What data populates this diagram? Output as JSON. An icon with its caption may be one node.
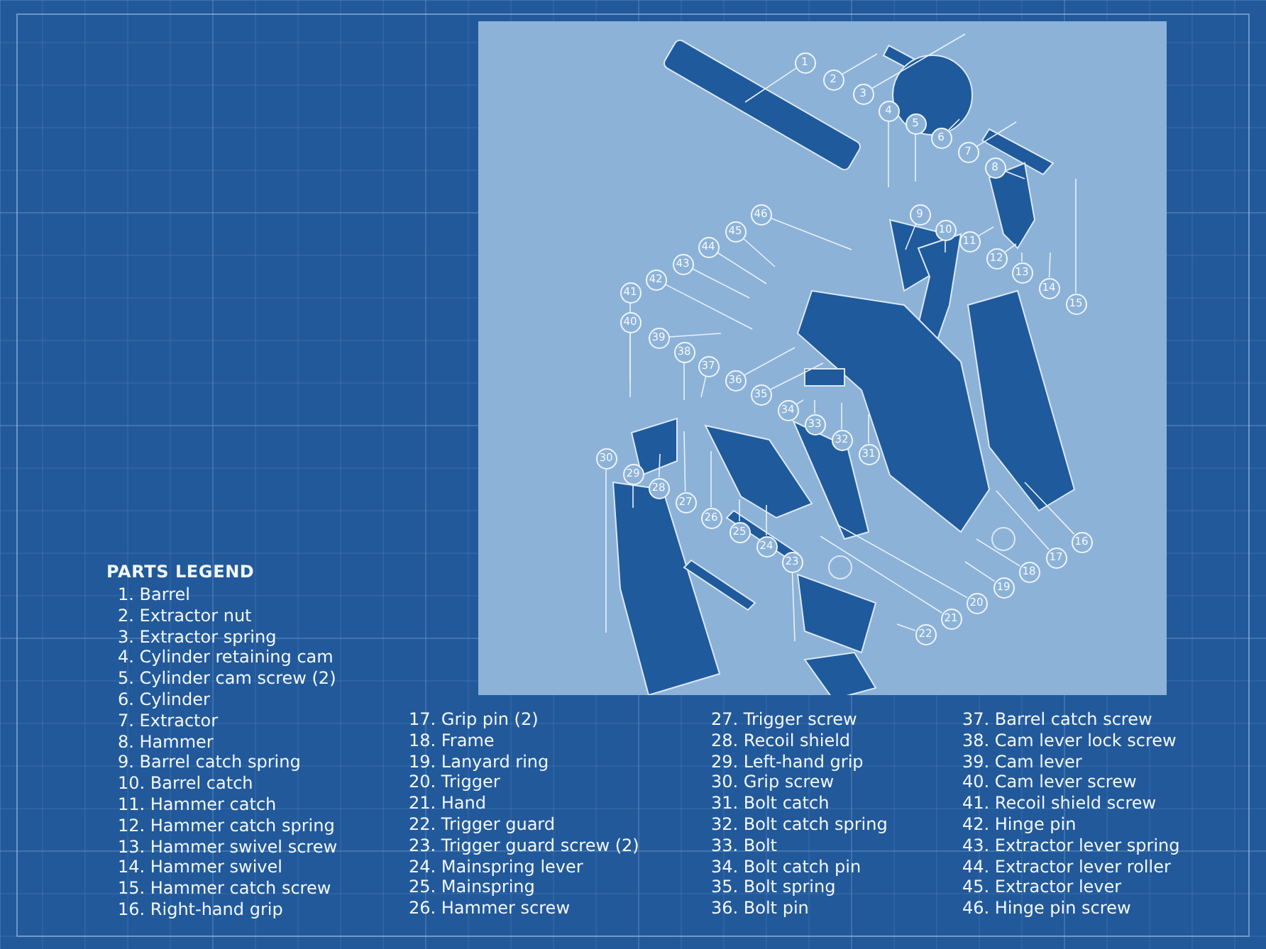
{
  "diagram": {
    "nodes": [
      {
        "text": [
          "1"
        ]
      },
      {
        "text": [
          "2"
        ]
      },
      {
        "text": [
          "3"
        ]
      },
      {
        "text": [
          "4"
        ]
      },
      {
        "text": [
          "5"
        ]
      },
      {
        "text": [
          "6"
        ]
      },
      {
        "text": [
          "7"
        ]
      },
      {
        "text": [
          "8"
        ]
      },
      {
        "text": [
          "9"
        ]
      },
      {
        "text": [
          "10"
        ]
      },
      {
        "text": [
          "11"
        ]
      },
      {
        "text": [
          "12"
        ]
      },
      {
        "text": [
          "13"
        ]
      },
      {
        "text": [
          "14"
        ]
      },
      {
        "text": [
          "15"
        ]
      },
      {
        "text": [
          "16"
        ]
      },
      {
        "text": [
          "17"
        ]
      },
      {
        "text": [
          "18"
        ]
      },
      {
        "text": [
          "19"
        ]
      },
      {
        "text": [
          "20"
        ]
      },
      {
        "text": [
          "21"
        ]
      },
      {
        "text": [
          "22"
        ]
      },
      {
        "text": [
          "23"
        ]
      },
      {
        "text": [
          "24"
        ]
      },
      {
        "text": [
          "25"
        ]
      },
      {
        "text": [
          "26"
        ]
      },
      {
        "text": [
          "27"
        ]
      },
      {
        "text": [
          "28"
        ]
      },
      {
        "text": [
          "29"
        ]
      },
      {
        "text": [
          "30"
        ]
      },
      {
        "text": [
          "31"
        ]
      },
      {
        "text": [
          "32"
        ]
      },
      {
        "text": [
          "33"
        ]
      },
      {
        "text": [
          "34"
        ]
      },
      {
        "text": [
          "35"
        ]
      },
      {
        "text": [
          "36"
        ]
      },
      {
        "text": [
          "37"
        ]
      },
      {
        "text": [
          "38"
        ]
      },
      {
        "text": [
          "39"
        ]
      },
      {
        "text": [
          "40"
        ]
      },
      {
        "text": [
          "41"
        ]
      },
      {
        "text": [
          "42"
        ]
      },
      {
        "text": [
          "43"
        ]
      },
      {
        "text": [
          "44"
        ]
      },
      {
        "text": [
          "45"
        ]
      },
      {
        "text": [
          "46"
        ]
      }
    ],
    "edges": [
      {
        "from": 0,
        "to": null,
        "arrow": "none"
      },
      {
        "from": 1,
        "to": null,
        "arrow": "none"
      },
      {
        "from": 2,
        "to": null,
        "arrow": "none"
      },
      {
        "from": 3,
        "to": null,
        "arrow": "none"
      },
      {
        "from": 4,
        "to": null,
        "arrow": "none"
      },
      {
        "from": 5,
        "to": null,
        "arrow": "none"
      },
      {
        "from": 6,
        "to": null,
        "arrow": "none"
      },
      {
        "from": 7,
        "to": null,
        "arrow": "none"
      },
      {
        "from": 8,
        "to": null,
        "arrow": "none"
      },
      {
        "from": 9,
        "to": null,
        "arrow": "none"
      },
      {
        "from": 10,
        "to": null,
        "arrow": "none"
      },
      {
        "from": 11,
        "to": null,
        "arrow": "none"
      },
      {
        "from": 12,
        "to": null,
        "arrow": "none"
      },
      {
        "from": 13,
        "to": null,
        "arrow": "none"
      },
      {
        "from": 14,
        "to": null,
        "arrow": "none"
      },
      {
        "from": 15,
        "to": null,
        "arrow": "none"
      },
      {
        "from": 16,
        "to": null,
        "arrow": "none"
      },
      {
        "from": 17,
        "to": null,
        "arrow": "none"
      },
      {
        "from": 18,
        "to": null,
        "arrow": "none"
      },
      {
        "from": 19,
        "to": null,
        "arrow": "none"
      },
      {
        "from": 20,
        "to": null,
        "arrow": "none"
      },
      {
        "from": 21,
        "to": null,
        "arrow": "none"
      },
      {
        "from": 22,
        "to": null,
        "arrow": "none"
      },
      {
        "from": 23,
        "to": null,
        "arrow": "none"
      },
      {
        "from": 24,
        "to": null,
        "arrow": "none"
      },
      {
        "from": 25,
        "to": null,
        "arrow": "none"
      },
      {
        "from": 26,
        "to": null,
        "arrow": "none"
      },
      {
        "from": 27,
        "to": null,
        "arrow": "none"
      },
      {
        "from": 28,
        "to": null,
        "arrow": "none"
      },
      {
        "from": 29,
        "to": null,
        "arrow": "none"
      },
      {
        "from": 30,
        "to": null,
        "arrow": "none"
      },
      {
        "from": 31,
        "to": null,
        "arrow": "none"
      },
      {
        "from": 32,
        "to": null,
        "arrow": "none"
      },
      {
        "from": 33,
        "to": null,
        "arrow": "none"
      },
      {
        "from": 34,
        "to": null,
        "arrow": "none"
      },
      {
        "from": 35,
        "to": null,
        "arrow": "none"
      },
      {
        "from": 36,
        "to": null,
        "arrow": "none"
      },
      {
        "from": 37,
        "to": null,
        "arrow": "none"
      },
      {
        "from": 38,
        "to": null,
        "arrow": "none"
      },
      {
        "from": 39,
        "to": null,
        "arrow": "none"
      },
      {
        "from": 40,
        "to": null,
        "arrow": "none"
      },
      {
        "from": 41,
        "to": null,
        "arrow": "none"
      },
      {
        "from": 42,
        "to": null,
        "arrow": "none"
      },
      {
        "from": 43,
        "to": null,
        "arrow": "none"
      },
      {
        "from": 44,
        "to": null,
        "arrow": "none"
      },
      {
        "from": 45,
        "to": null,
        "arrow": "none"
      }
    ],
    "labels": [
      "PARTS LEGEND",
      "1. Barrel",
      "2. Extractor nut",
      "3. Extractor spring",
      "4. Cylinder retaining cam",
      "5. Cylinder cam screw (2)",
      "6. Cylinder",
      "7. Extractor",
      "8. Hammer",
      "9. Barrel catch spring",
      "10. Barrel catch",
      "11. Hammer catch",
      "12. Hammer catch spring",
      "13. Hammer swivel screw",
      "14. Hammer swivel",
      "15. Hammer catch screw",
      "16. Right-hand grip",
      "17. Grip pin (2)",
      "18. Frame",
      "19. Lanyard ring",
      "20. Trigger",
      "21. Hand",
      "22. Trigger guard",
      "23. Trigger guard screw (2)",
      "24. Mainspring lever",
      "25. Mainspring",
      "26. Hammer screw",
      "27. Trigger screw",
      "28. Recoil shield",
      "29. Left-hand grip",
      "30. Grip screw",
      "31. Bolt catch",
      "32. Bolt catch spring",
      "33. Bolt",
      "34. Bolt catch pin",
      "35. Bolt spring",
      "36. Bolt pin",
      "37. Barrel catch screw",
      "38. Cam lever lock screw",
      "39. Cam lever",
      "40. Cam lever screw",
      "41. Recoil shield screw",
      "42. Hinge pin",
      "43. Extractor lever spring",
      "44. Extractor lever roller",
      "45. Extractor lever",
      "46. Hinge pin screw"
    ]
  }
}
